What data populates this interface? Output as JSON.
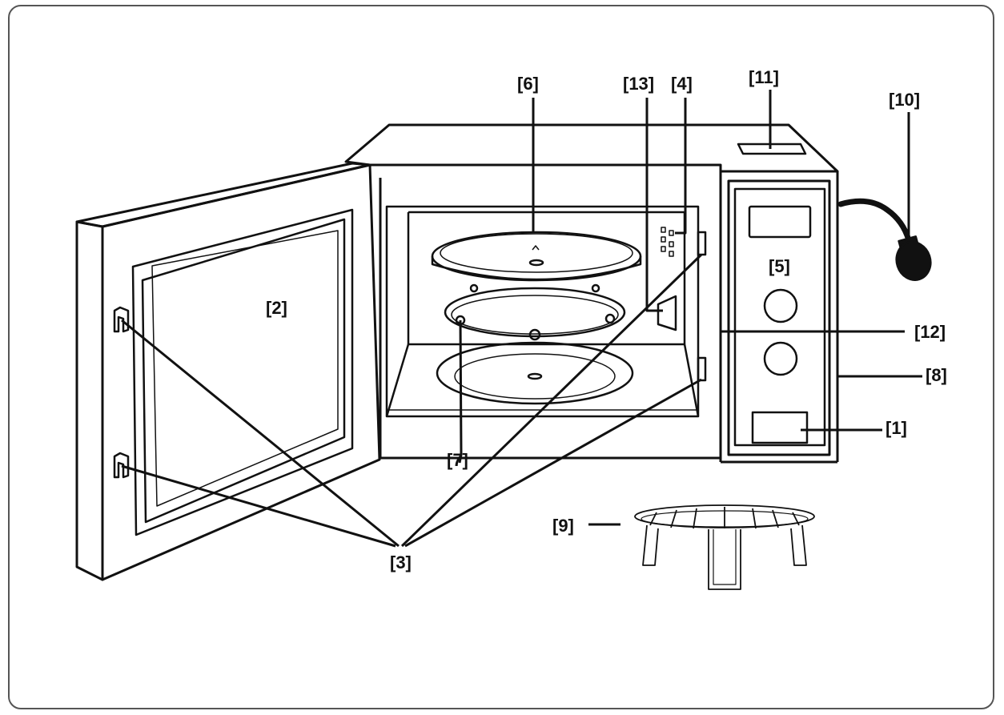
{
  "diagram": {
    "labels": {
      "c1": "[1]",
      "c2": "[2]",
      "c3": "[3]",
      "c4": "[4]",
      "c5": "[5]",
      "c6": "[6]",
      "c7": "[7]",
      "c8": "[8]",
      "c9": "[9]",
      "c10": "[10]",
      "c11": "[11]",
      "c12": "[12]",
      "c13": "[13]"
    }
  }
}
